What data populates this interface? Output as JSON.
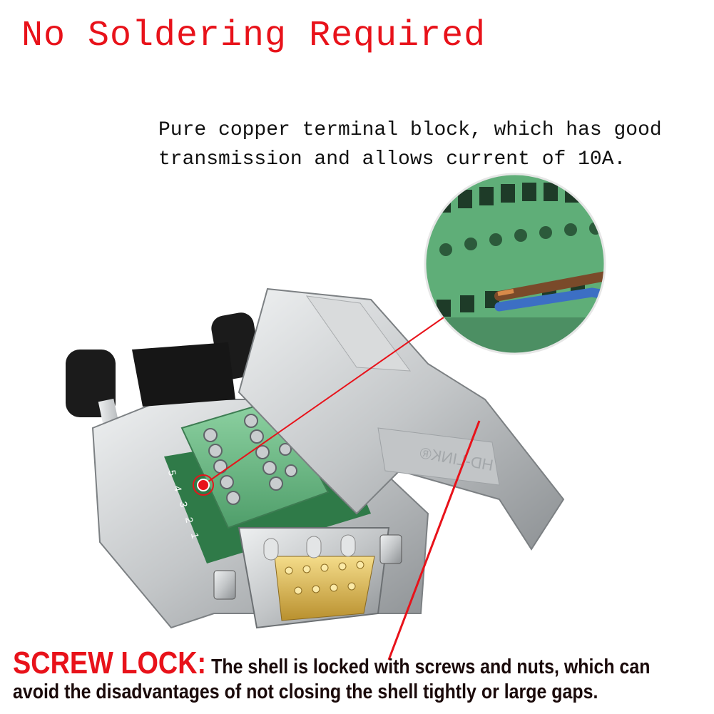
{
  "title": "No Soldering Required",
  "description": {
    "line1": "Pure copper terminal block, which has good",
    "line2": "transmission and allows current of 10A."
  },
  "product": {
    "logo_text": "HD-LINK®",
    "pin_numbers": [
      "5",
      "4",
      "3",
      "2",
      "1"
    ],
    "colors": {
      "terminal_green": "#6fc08a",
      "shell_silver": "#c8cacc",
      "accent_red": "#e8121a"
    }
  },
  "callout": {
    "label": "SCREW LOCK:",
    "line1": "The shell is locked with screws and nuts, which can",
    "line2": "avoid the disadvantages of not closing the shell tightly or large gaps."
  }
}
